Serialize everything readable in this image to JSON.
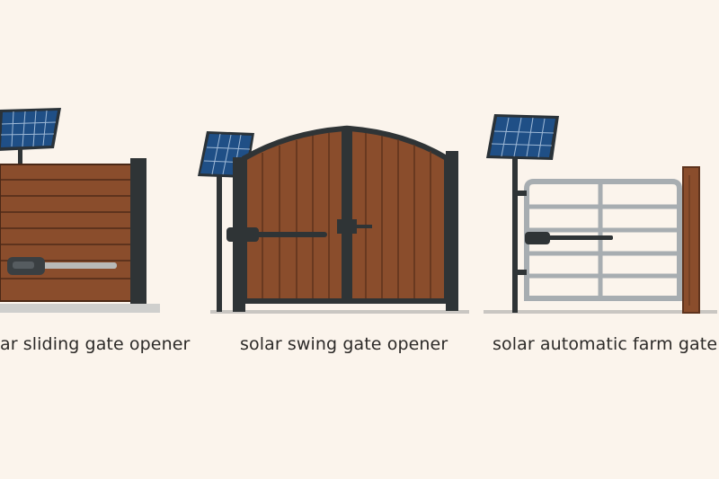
{
  "captions": {
    "sliding": "ar sliding gate opener",
    "swing": "solar swing gate opener",
    "farm": "solar automatic farm gate"
  },
  "colors": {
    "background": "#fbf4ec",
    "wood": "#8a4d2c",
    "wood_dark": "#5e331d",
    "metal": "#2f3436",
    "panel": "#1f4f86",
    "panel_grid": "#9fb9d6",
    "galvanized": "#a7adb1"
  },
  "icons": [
    "solar-panel-icon",
    "sliding-gate-icon",
    "swing-gate-icon",
    "farm-gate-icon"
  ]
}
